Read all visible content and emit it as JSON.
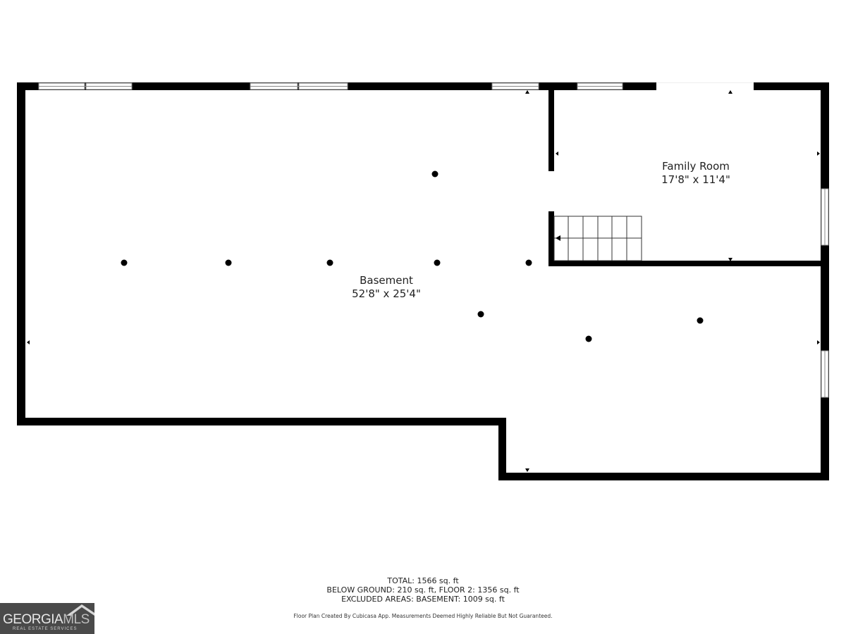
{
  "rooms": [
    {
      "name": "Basement",
      "dimensions": "52'8\" x 25'4\""
    },
    {
      "name": "Family Room",
      "dimensions": "17'8\" x 11'4\""
    }
  ],
  "summary": {
    "total": "TOTAL: 1566 sq. ft",
    "breakdown": "BELOW GROUND: 210 sq. ft, FLOOR 2: 1356 sq. ft",
    "excluded": "EXCLUDED AREAS: BASEMENT: 1009 sq. ft"
  },
  "disclaimer": "Floor Plan Created By Cubicasa App. Measurements Deemed Highly Reliable But Not Guaranteed.",
  "logo": {
    "brand_primary": "GEORGIA",
    "brand_secondary": "MLS",
    "tagline": "REAL ESTATE SERVICES"
  },
  "colors": {
    "wall": "#000000",
    "background": "#ffffff",
    "logo_bg": "#4a4a4a"
  }
}
